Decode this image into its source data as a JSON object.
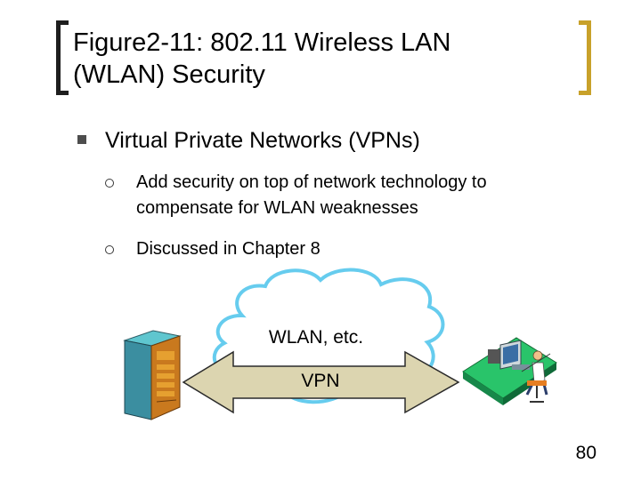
{
  "slide": {
    "title_line1": "Figure2-11: 802.11 Wireless LAN",
    "title_line2": "(WLAN) Security",
    "bullet1": "Virtual Private Networks (VPNs)",
    "sub_bullets": [
      {
        "line1": "Add security on top of network technology to",
        "line2": "compensate for WLAN weaknesses"
      },
      {
        "line1": "Discussed in Chapter 8",
        "line2": ""
      }
    ],
    "page_number": "80"
  },
  "diagram": {
    "cloud_label": "WLAN, etc.",
    "tunnel_label": "VPN",
    "icons": [
      "server-icon",
      "workstation-user-icon"
    ]
  },
  "colors": {
    "left_bracket": "#1e1e1e",
    "right_bracket": "#c8a12a",
    "cloud_outline": "#66ccee",
    "tunnel_fill": "#dcd5b0"
  }
}
